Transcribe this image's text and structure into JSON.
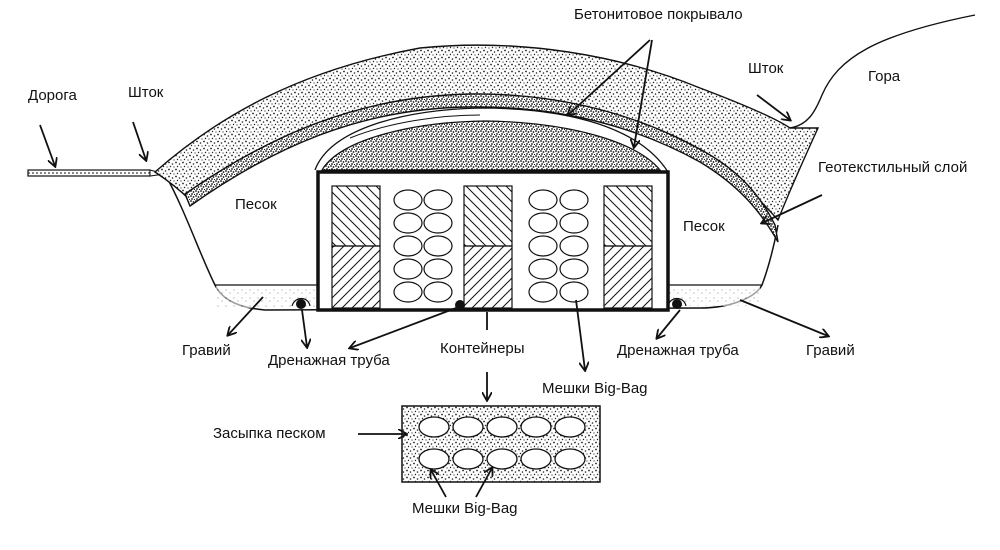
{
  "labels": {
    "road": "Дорога",
    "drain_left": "Шток",
    "drain_right": "Шток",
    "bentonite_cover": "Бетонитовое покрывало",
    "mountain": "Гора",
    "geotextile": "Геотекстильный слой",
    "sand_left": "Песок",
    "sand_right": "Песок",
    "gravel_left": "Гравий",
    "gravel_right": "Гравий",
    "drainage_pipe_left": "Дренажная труба",
    "drainage_pipe_right": "Дренажная труба",
    "containers": "Контейнеры",
    "bigbag_top": "Мешки Big-Bag",
    "sand_backfill": "Засыпка песком",
    "bigbag_bottom": "Мешки Big-Bag"
  },
  "colors": {
    "ink": "#111111",
    "background": "#ffffff"
  }
}
